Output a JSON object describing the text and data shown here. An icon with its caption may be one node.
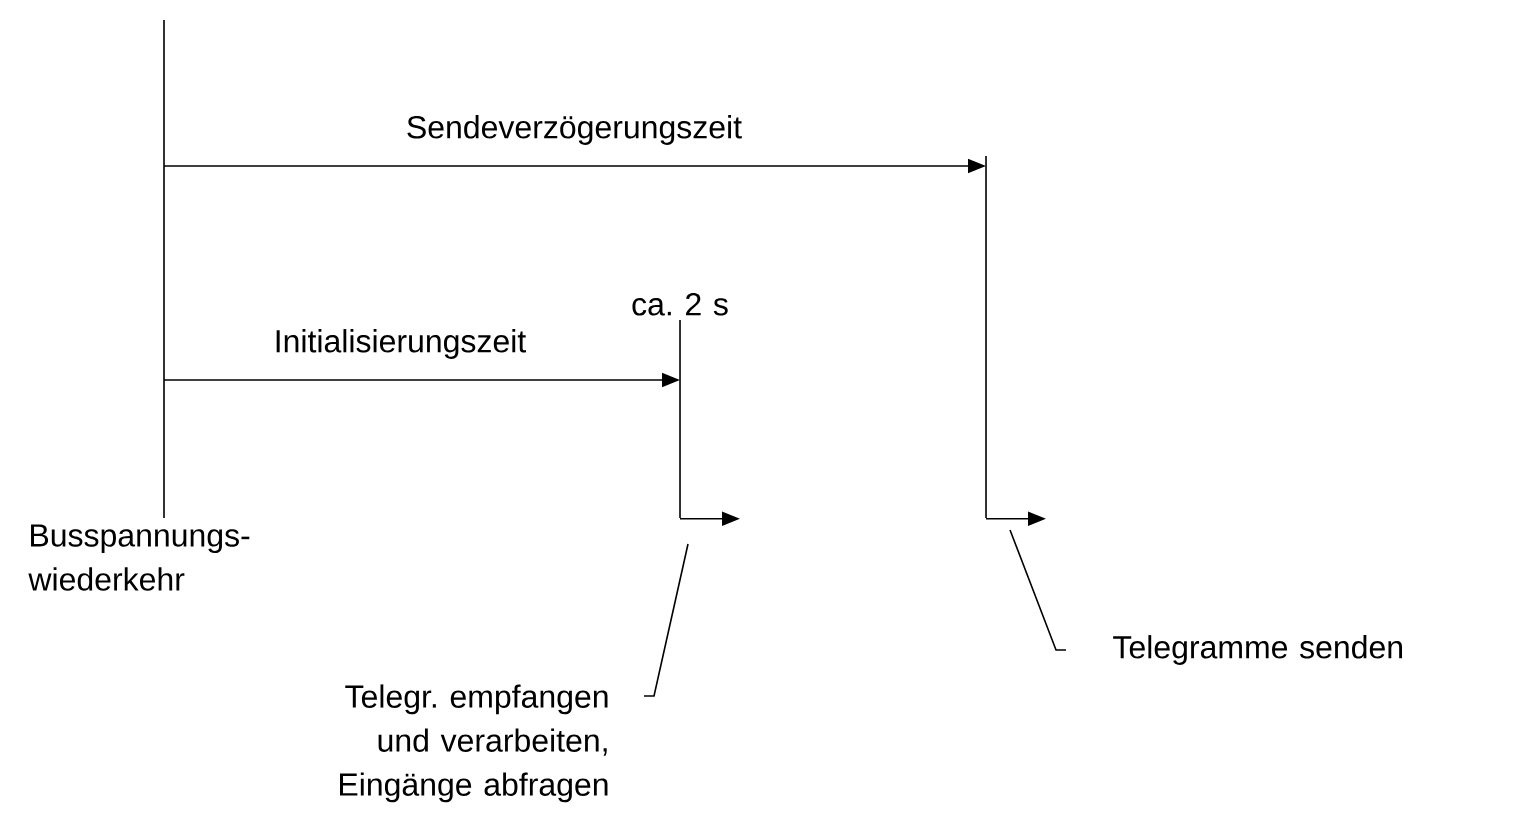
{
  "diagram": {
    "nodes": [
      {
        "text": [],
        "shape": "bar",
        "beside": [
          "Busspannungs- wiederkehr"
        ]
      },
      {
        "text": [],
        "shape": "bar",
        "beside": [
          "ca. 2 s"
        ]
      },
      {
        "text": [],
        "shape": "bar"
      },
      {
        "text": [
          "Telegr. empfangen und verarbeiten, Eingänge abfragen"
        ]
      },
      {
        "text": [
          "Telegramme senden"
        ]
      }
    ],
    "edges": [
      {
        "from": 0,
        "to": 2,
        "arrow": "to",
        "label": "Sendeverzögerungszeit"
      },
      {
        "from": 0,
        "to": 1,
        "arrow": "to",
        "label": "Initialisierungszeit"
      },
      {
        "from": 1,
        "to": null,
        "arrow": "to"
      },
      {
        "from": 2,
        "to": null,
        "arrow": "to"
      },
      {
        "from": 3,
        "to": null,
        "arrow": "none"
      },
      {
        "from": 4,
        "to": null,
        "arrow": "none"
      }
    ]
  }
}
